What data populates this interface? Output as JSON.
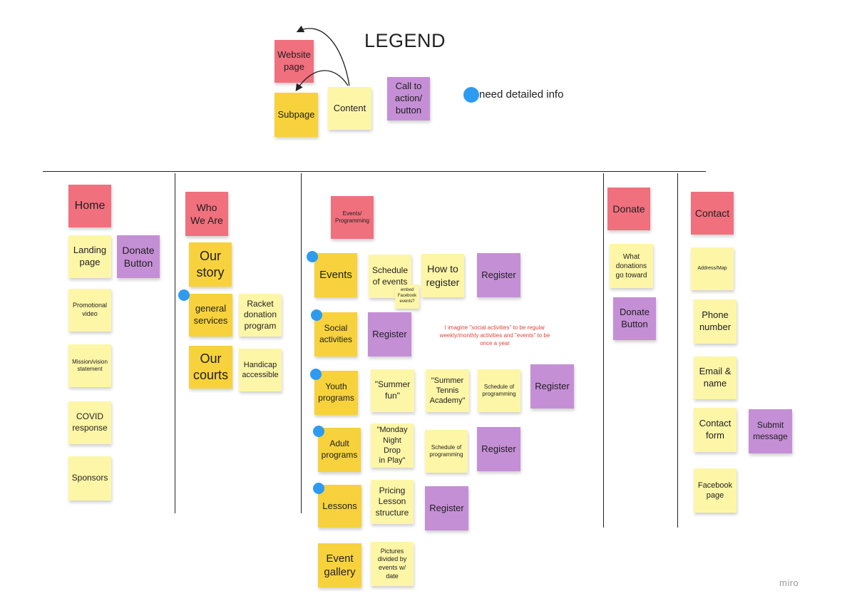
{
  "legend": {
    "title": "LEGEND",
    "website_page": "Website\npage",
    "subpage": "Subpage",
    "content": "Content",
    "cta": "Call to\naction/\nbutton",
    "detail_note": "need detailed info"
  },
  "home": {
    "page": "Home",
    "landing": "Landing\npage",
    "donate_button": "Donate\nButton",
    "promo_video": "Promotional\nvideo",
    "mission": "Mission/vision\nstatement",
    "covid": "COVID\nresponse",
    "sponsors": "Sponsors"
  },
  "who": {
    "page": "Who\nWe Are",
    "our_story": "Our\nstory",
    "general_services": "general\nservices",
    "racket": "Racket\ndonation\nprogram",
    "our_courts": "Our\ncourts",
    "handicap": "Handicap\naccessible"
  },
  "events": {
    "page": "Events/\nProgramming",
    "events": "Events",
    "schedule_events": "Schedule\nof events",
    "embed_fb": "embed\nFacebook\nevents?",
    "how_register": "How to\nregister",
    "register_events": "Register",
    "social": "Social\nactivities",
    "register_social": "Register",
    "annotation": "I imagine \"social activities\" to be regular\nweekly/monthly activities and \"events\" to be\nonce a year",
    "youth": "Youth\nprograms",
    "summer_fun": "\"Summer\nfun\"",
    "summer_tennis": "\"Summer\nTennis\nAcademy\"",
    "schedule_youth": "Schedule of\nprogramming",
    "register_youth": "Register",
    "adult": "Adult\nprograms",
    "monday": "\"Monday\nNight Drop\nin Play\"",
    "schedule_adult": "Schedule of\nprogramming",
    "register_adult": "Register",
    "lessons": "Lessons",
    "pricing": "Pricing\nLesson\nstructure",
    "register_lessons": "Register",
    "gallery": "Event\ngallery",
    "pictures": "Pictures\ndivided by\nevents w/\ndate"
  },
  "donate": {
    "page": "Donate",
    "what": "What\ndonations\ngo toward",
    "button": "Donate\nButton"
  },
  "contact": {
    "page": "Contact",
    "address": "Address/Map",
    "phone": "Phone\nnumber",
    "email": "Email &\nname",
    "form": "Contact\nform",
    "submit": "Submit\nmessage",
    "facebook": "Facebook\npage"
  },
  "branding": {
    "logo": "miro"
  },
  "colors": {
    "website_page": "#f0707e",
    "subpage": "#f7d23c",
    "content": "#fdf6a7",
    "cta": "#c58fd6",
    "dot": "#2d9bf0",
    "annotation": "#e0453a"
  }
}
